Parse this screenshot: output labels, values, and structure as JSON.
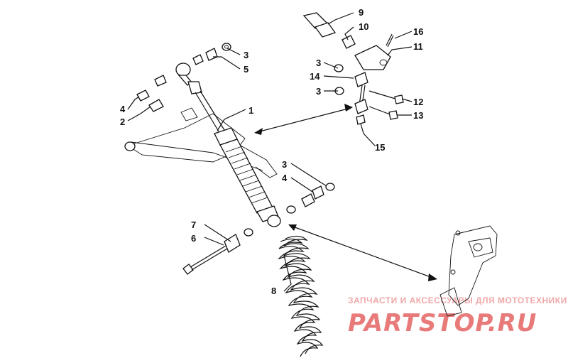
{
  "watermark": {
    "caption": "ЗАПЧАСТИ И АКСЕССУАРЫ ДЛЯ МОТОТЕХНИКИ",
    "logo": "PARTSTOP.RU"
  },
  "callouts": {
    "c1": "1",
    "c2": "2",
    "c3a": "3",
    "c3b": "3",
    "c3c": "3",
    "c3d": "3",
    "c4a": "4",
    "c4b": "4",
    "c5": "5",
    "c6": "6",
    "c7": "7",
    "c8": "8",
    "c9": "9",
    "c10": "10",
    "c11": "11",
    "c12": "12",
    "c13": "13",
    "c14": "14",
    "c15": "15",
    "c16": "16"
  }
}
